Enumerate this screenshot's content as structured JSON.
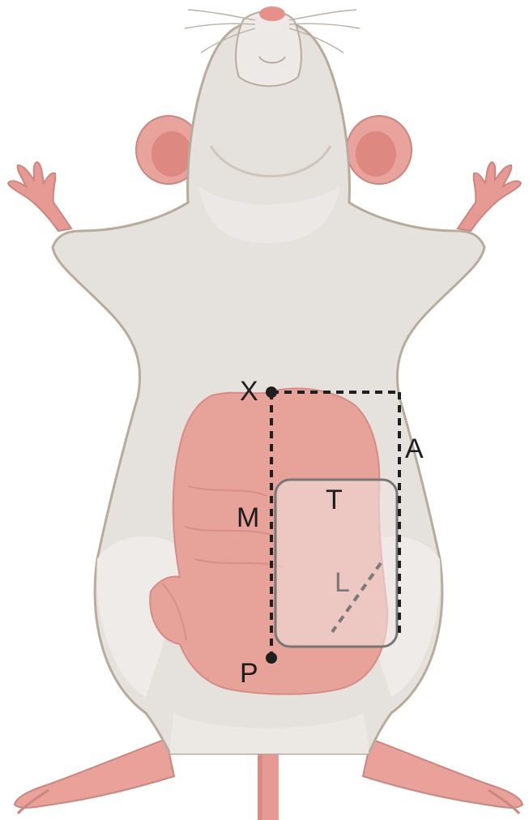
{
  "labels": {
    "x": "X",
    "a": "A",
    "t": "T",
    "m": "M",
    "l": "L",
    "p": "P"
  },
  "colors": {
    "fur": "#e5e1dd",
    "fur_shadow": "#d9d2cb",
    "fur_outline": "#b9ab9b",
    "skin": "#e6958e",
    "skin_dark": "#d67d77",
    "shaved": "#e7a29a",
    "ear_inner": "#e58f88",
    "marker": "#1f1f1f",
    "box_stroke": "#777777",
    "box_fill": "#f3e5e3"
  }
}
